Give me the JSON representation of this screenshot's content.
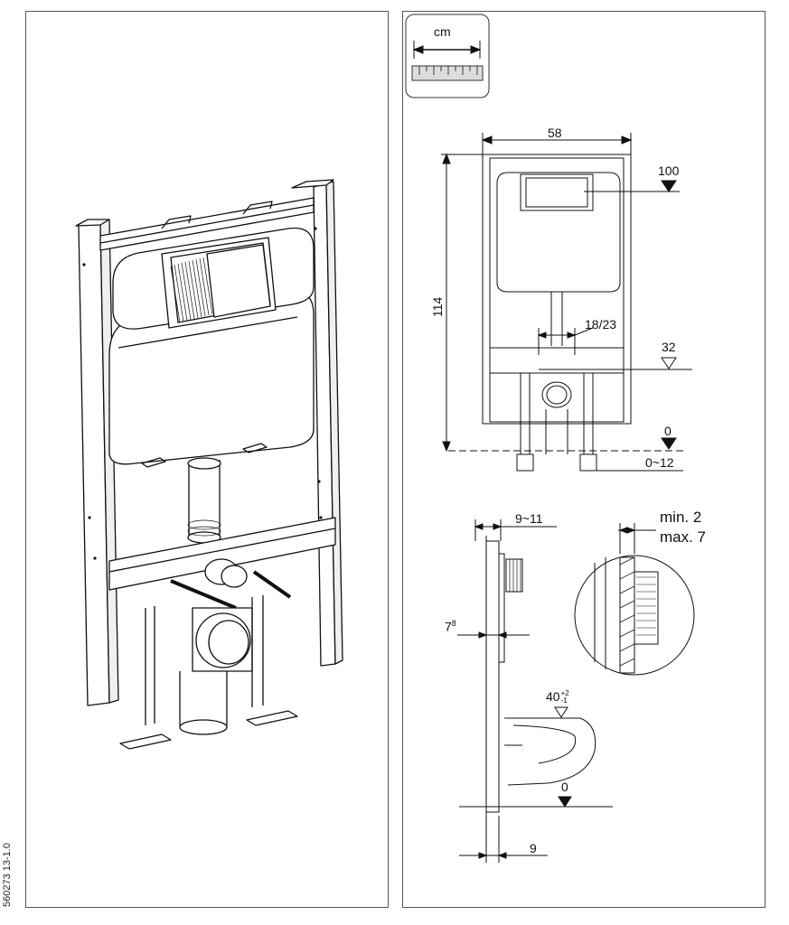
{
  "document": {
    "code": "560273 13-1.0"
  },
  "units": {
    "label": "cm"
  },
  "front_view": {
    "width": "58",
    "height": "114",
    "actuator_height": "100",
    "outlet_spacing": "18/23",
    "outlet_height": "32",
    "floor_level": "0",
    "leg_adjust": "0~12"
  },
  "side_view": {
    "wall_offset": "9~11",
    "frame_depth_base": "7",
    "frame_depth_sup": "8",
    "bowl_height_base": "40",
    "bowl_height_sup": "+2",
    "bowl_height_sub": "-1",
    "floor_level": "0",
    "base_offset": "9"
  },
  "detail_view": {
    "min_label": "min. 2",
    "max_label": "max. 7"
  }
}
